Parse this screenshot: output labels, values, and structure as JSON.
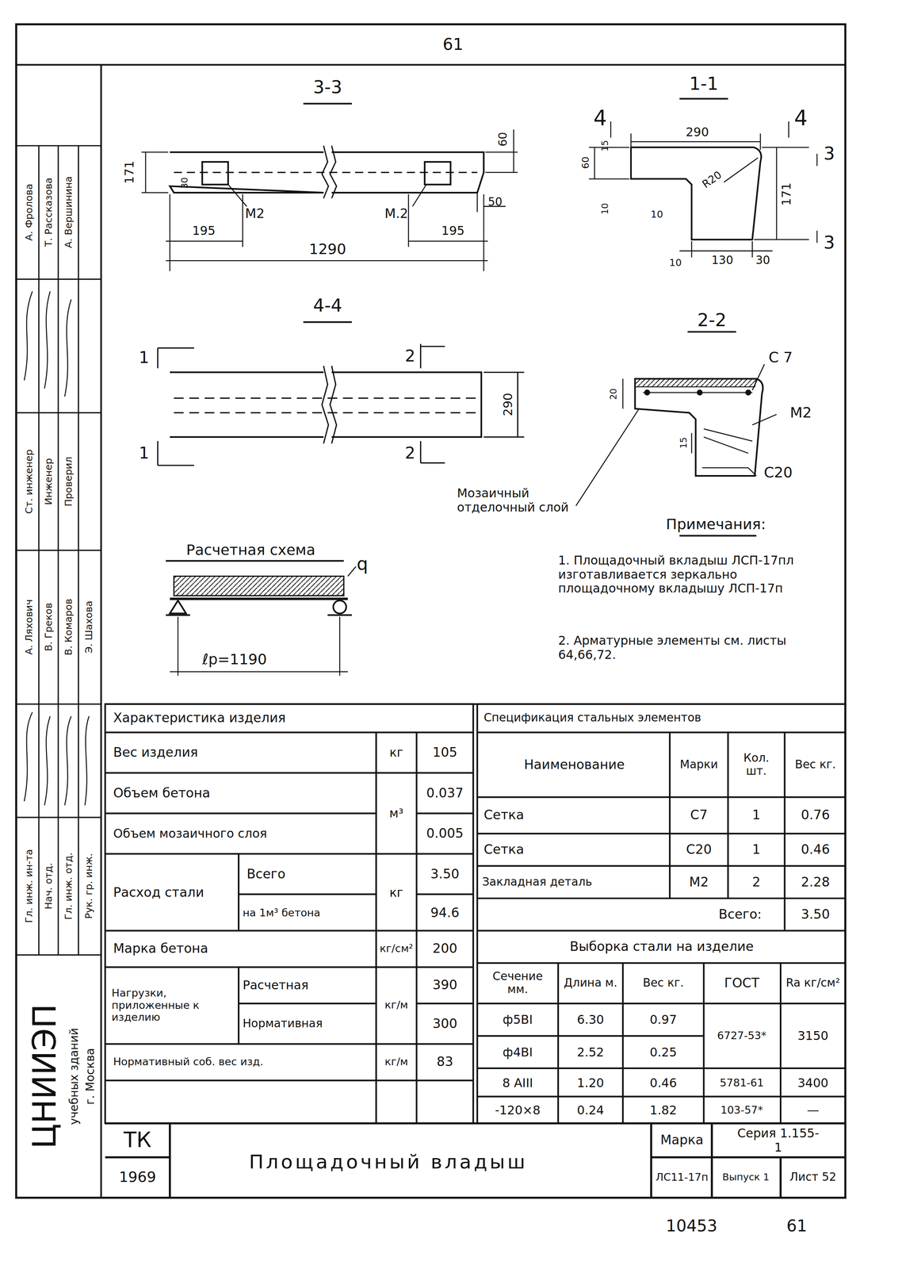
{
  "diagram": {
    "title": "Площадочный владыш",
    "labels": [
      "61",
      "3-3",
      "171",
      "30",
      "М2",
      "М.2",
      "60",
      "50",
      "195",
      "195",
      "1290",
      "1-1",
      "4",
      "4",
      "290",
      "3",
      "60",
      "15",
      "R20",
      "10",
      "10",
      "171",
      "3",
      "10",
      "130",
      "30",
      "4-4",
      "1",
      "2",
      "1",
      "2",
      "290",
      "2-2",
      "С 7",
      "20",
      "М2",
      "15",
      "С20",
      "Мозаичный отделочный слой",
      "Расчетная схема",
      "q",
      "ℓр=1190",
      "Примечания:",
      "1. Площадочный вкладыш ЛСП-17пл изготавливается зеркально площадочному вкладышу ЛСП-17п",
      "2. Арматурные элементы см. листы 64,66,72.",
      "А. Фролова",
      "Т. Рассказова",
      "А. Вершинина",
      "Ст. инженер",
      "Инженер",
      "Проверил",
      "А. Ляхович",
      "В. Греков",
      "В. Комаров",
      "Э. Шахова",
      "Гл. инж. ин-та",
      "Нач. отд.",
      "Гл. инж. отд.",
      "Рук. гр. инж.",
      "ЦНИИЭП",
      "учебных зданий",
      "г. Москва",
      "Характеристика изделия",
      "Вес изделия",
      "кг",
      "105",
      "Объем бетона",
      "м³",
      "0.037",
      "Объем мозаичного слоя",
      "0.005",
      "Расход стали",
      "Всего",
      "на 1м³ бетона",
      "кг",
      "3.50",
      "94.6",
      "Марка бетона",
      "кг/см²",
      "200",
      "Нагрузки, приложенные к изделию",
      "Расчетная",
      "Нормативная",
      "кг/м",
      "390",
      "300",
      "Нормативный соб. вес изд.",
      "кг/м",
      "83",
      "Спецификация стальных элементов",
      "Наименование",
      "Марки",
      "Кол. шт.",
      "Вес кг.",
      "Сетка",
      "С7",
      "1",
      "0.76",
      "Сетка",
      "С20",
      "1",
      "0.46",
      "Закладная деталь",
      "М2",
      "2",
      "2.28",
      "Всего:",
      "3.50",
      "Выборка стали на изделие",
      "Сечение мм.",
      "Длина м.",
      "Вес кг.",
      "ГОСТ",
      "Ra кг/см²",
      "ф5ВI",
      "6.30",
      "0.97",
      "6727-53*",
      "3150",
      "ф4ВI",
      "2.52",
      "0.25",
      "8 АIII",
      "1.20",
      "0.46",
      "5781-61",
      "3400",
      "-120×8",
      "0.24",
      "1.82",
      "103-57*",
      "—",
      "ТК",
      "1969",
      "Марка",
      "ЛС11-17п",
      "Серия 1.155-1",
      "Выпуск 1",
      "Лист 52",
      "10453",
      "61"
    ]
  }
}
